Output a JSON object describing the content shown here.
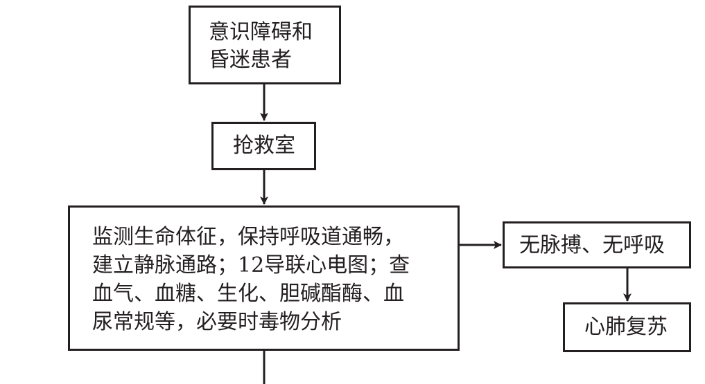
{
  "nodes": {
    "patients": {
      "lines": [
        "意识障碍和",
        "昏迷患者"
      ]
    },
    "emergency_room": {
      "lines": [
        "抢救室"
      ]
    },
    "monitoring": {
      "lines": [
        "监测生命体征，保持呼吸道通畅，",
        "建立静脉通路；12导联心电图；查",
        "血气、血糖、生化、胆碱酯酶、血",
        "尿常规等，必要时毒物分析"
      ]
    },
    "no_pulse": {
      "lines": [
        "无脉搏、无呼吸"
      ]
    },
    "cpr": {
      "lines": [
        "心肺复苏"
      ]
    }
  },
  "colors": {
    "line": "#231f20",
    "background": "#ffffff"
  }
}
